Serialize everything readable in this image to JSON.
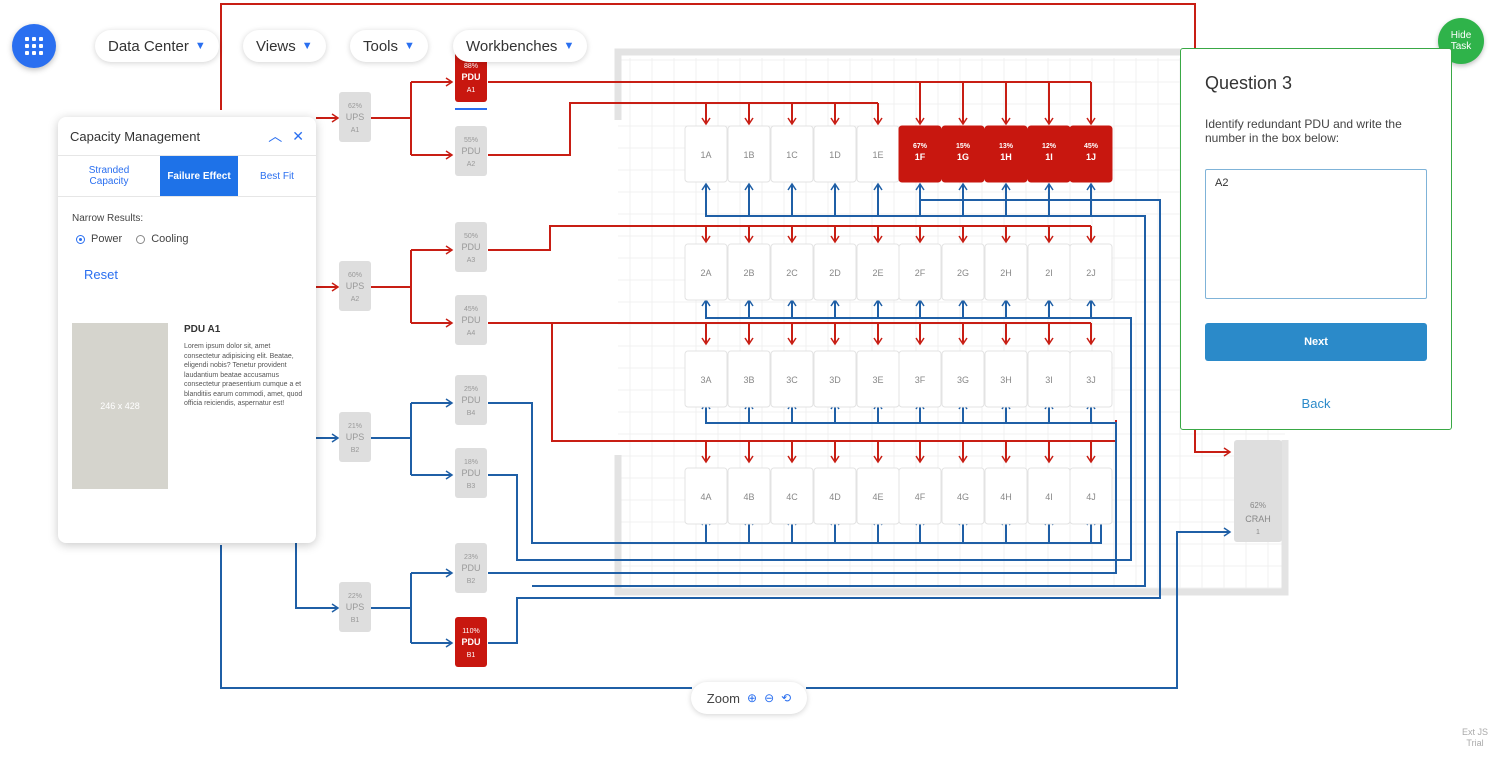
{
  "colors": {
    "red": "#c81e14",
    "blue": "#1f5fa6",
    "gray_box": "#dedede",
    "hot_box": "#c8170f",
    "accent": "#2a6ff0"
  },
  "apps_button": {
    "icon": "apps-grid-icon"
  },
  "menu": [
    {
      "label": "Data Center",
      "icon": "chevron-down-icon"
    },
    {
      "label": "Views",
      "icon": "chevron-down-icon"
    },
    {
      "label": "Tools",
      "icon": "chevron-down-icon"
    },
    {
      "label": "Workbenches",
      "icon": "chevron-down-icon"
    }
  ],
  "hide_task": {
    "label": "Hide Task"
  },
  "capacity_panel": {
    "title": "Capacity Management",
    "tabs": [
      "Stranded Capacity",
      "Failure Effect",
      "Best Fit"
    ],
    "active_tab": "Failure Effect",
    "narrow_label": "Narrow Results:",
    "options": [
      "Power",
      "Cooling"
    ],
    "selected_option": "Power",
    "reset_label": "Reset",
    "image_placeholder": "246 x 428",
    "detail_title": "PDU A1",
    "detail_text": "Lorem ipsum dolor sit, amet consectetur adipisicing elit. Beatae, eligendi nobis? Tenetur provident laudantium beatae accusamus consectetur praesentium cumque a et blanditiis earum commodi, amet, quod officia reiciendis, aspernatur est!"
  },
  "question": {
    "title": "Question 3",
    "text": "Identify redundant PDU and write the number in the box below:",
    "answer": "A2",
    "next_label": "Next",
    "back_label": "Back"
  },
  "zoom": {
    "label": "Zoom",
    "icons": [
      "zoom-in-icon",
      "zoom-out-icon",
      "zoom-reset-icon"
    ]
  },
  "trial": {
    "text": "Ext JS Trial"
  },
  "diagram": {
    "ups": [
      {
        "pct": "62%",
        "name": "UPS",
        "id": "A1"
      },
      {
        "pct": "60%",
        "name": "UPS",
        "id": "A2"
      },
      {
        "pct": "21%",
        "name": "UPS",
        "id": "B2"
      },
      {
        "pct": "22%",
        "name": "UPS",
        "id": "B1"
      }
    ],
    "pdus": [
      {
        "pct": "88%",
        "name": "PDU",
        "id": "A1",
        "hot": true
      },
      {
        "pct": "55%",
        "name": "PDU",
        "id": "A2",
        "hot": false
      },
      {
        "pct": "50%",
        "name": "PDU",
        "id": "A3",
        "hot": false
      },
      {
        "pct": "45%",
        "name": "PDU",
        "id": "A4",
        "hot": false
      },
      {
        "pct": "25%",
        "name": "PDU",
        "id": "B4",
        "hot": false
      },
      {
        "pct": "18%",
        "name": "PDU",
        "id": "B3",
        "hot": false
      },
      {
        "pct": "23%",
        "name": "PDU",
        "id": "B2",
        "hot": false
      },
      {
        "pct": "110%",
        "name": "PDU",
        "id": "B1",
        "hot": true
      }
    ],
    "crah": {
      "pct": "62%",
      "name": "CRAH",
      "id": "1"
    },
    "rack_rows": [
      {
        "row": "1",
        "cols": [
          "A",
          "B",
          "C",
          "D",
          "E",
          "F",
          "G",
          "H",
          "I",
          "J"
        ],
        "hot": {
          "F": "67%",
          "G": "15%",
          "H": "13%",
          "I": "12%",
          "J": "45%"
        }
      },
      {
        "row": "2",
        "cols": [
          "A",
          "B",
          "C",
          "D",
          "E",
          "F",
          "G",
          "H",
          "I",
          "J"
        ],
        "hot": {}
      },
      {
        "row": "3",
        "cols": [
          "A",
          "B",
          "C",
          "D",
          "E",
          "F",
          "G",
          "H",
          "I",
          "J"
        ],
        "hot": {}
      },
      {
        "row": "4",
        "cols": [
          "A",
          "B",
          "C",
          "D",
          "E",
          "F",
          "G",
          "H",
          "I",
          "J"
        ],
        "hot": {}
      }
    ]
  }
}
